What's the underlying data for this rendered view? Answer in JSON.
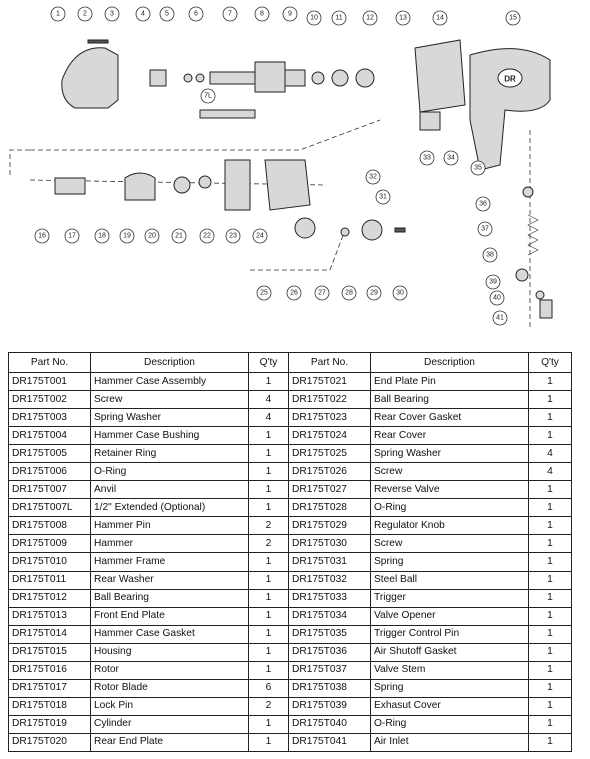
{
  "diagram": {
    "callouts": [
      "1",
      "2",
      "3",
      "4",
      "5",
      "6",
      "7",
      "8",
      "9",
      "10",
      "11",
      "12",
      "13",
      "14",
      "15",
      "7L",
      "16",
      "17",
      "18",
      "19",
      "20",
      "21",
      "22",
      "23",
      "24",
      "25",
      "26",
      "27",
      "28",
      "29",
      "30",
      "31",
      "32",
      "33",
      "34",
      "35",
      "36",
      "37",
      "38",
      "39",
      "40",
      "41"
    ],
    "logo_text": "DR"
  },
  "table": {
    "headers": [
      "Part No.",
      "Description",
      "Q'ty",
      "Part No.",
      "Description",
      "Q'ty"
    ],
    "rows": [
      [
        "DR175T001",
        "Hammer Case Assembly",
        "1",
        "DR175T021",
        "End Plate Pin",
        "1"
      ],
      [
        "DR175T002",
        "Screw",
        "4",
        "DR175T022",
        "Ball Bearing",
        "1"
      ],
      [
        "DR175T003",
        "Spring Washer",
        "4",
        "DR175T023",
        "Rear Cover Gasket",
        "1"
      ],
      [
        "DR175T004",
        "Hammer Case Bushing",
        "1",
        "DR175T024",
        "Rear Cover",
        "1"
      ],
      [
        "DR175T005",
        "Retainer Ring",
        "1",
        "DR175T025",
        "Spring Washer",
        "4"
      ],
      [
        "DR175T006",
        "O-Ring",
        "1",
        "DR175T026",
        "Screw",
        "4"
      ],
      [
        "DR175T007",
        "Anvil",
        "1",
        "DR175T027",
        "Reverse Valve",
        "1"
      ],
      [
        "DR175T007L",
        "1/2\" Extended  (Optional)",
        "1",
        "DR175T028",
        "O-Ring",
        "1"
      ],
      [
        "DR175T008",
        "Hammer Pin",
        "2",
        "DR175T029",
        "Regulator Knob",
        "1"
      ],
      [
        "DR175T009",
        "Hammer",
        "2",
        "DR175T030",
        "Screw",
        "1"
      ],
      [
        "DR175T010",
        "Hammer Frame",
        "1",
        "DR175T031",
        "Spring",
        "1"
      ],
      [
        "DR175T011",
        "Rear Washer",
        "1",
        "DR175T032",
        "Steel Ball",
        "1"
      ],
      [
        "DR175T012",
        "Ball Bearing",
        "1",
        "DR175T033",
        "Trigger",
        "1"
      ],
      [
        "DR175T013",
        "Front End Plate",
        "1",
        "DR175T034",
        "Valve Opener",
        "1"
      ],
      [
        "DR175T014",
        "Hammer Case Gasket",
        "1",
        "DR175T035",
        "Trigger Control Pin",
        "1"
      ],
      [
        "DR175T015",
        "Housing",
        "1",
        "DR175T036",
        "Air Shutoff Gasket",
        "1"
      ],
      [
        "DR175T016",
        "Rotor",
        "1",
        "DR175T037",
        "Valve Stem",
        "1"
      ],
      [
        "DR175T017",
        "Rotor Blade",
        "6",
        "DR175T038",
        "Spring",
        "1"
      ],
      [
        "DR175T018",
        "Lock Pin",
        "2",
        "DR175T039",
        "Exhasut Cover",
        "1"
      ],
      [
        "DR175T019",
        "Cylinder",
        "1",
        "DR175T040",
        "O-Ring",
        "1"
      ],
      [
        "DR175T020",
        "Rear End Plate",
        "1",
        "DR175T041",
        "Air Inlet",
        "1"
      ]
    ]
  }
}
